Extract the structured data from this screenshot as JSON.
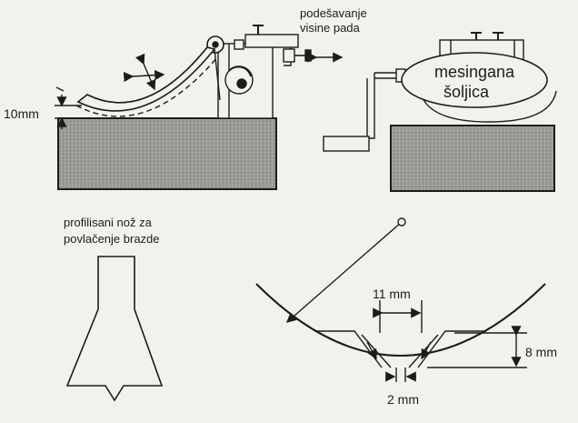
{
  "labels": {
    "drop_height": [
      "podešavanje",
      "visine pada"
    ],
    "gap_10mm": "10mm",
    "brass_cup": [
      "mesingana",
      "šoljica"
    ],
    "knife": [
      "profilisani nož za",
      "povlačenje brazde"
    ],
    "dim_11mm": "11 mm",
    "dim_8mm": "8 mm",
    "dim_2mm": "2 mm"
  },
  "colors": {
    "ink": "#1c1c1c",
    "paper": "#f2f1ec",
    "block_fill": "#9a9a96"
  }
}
